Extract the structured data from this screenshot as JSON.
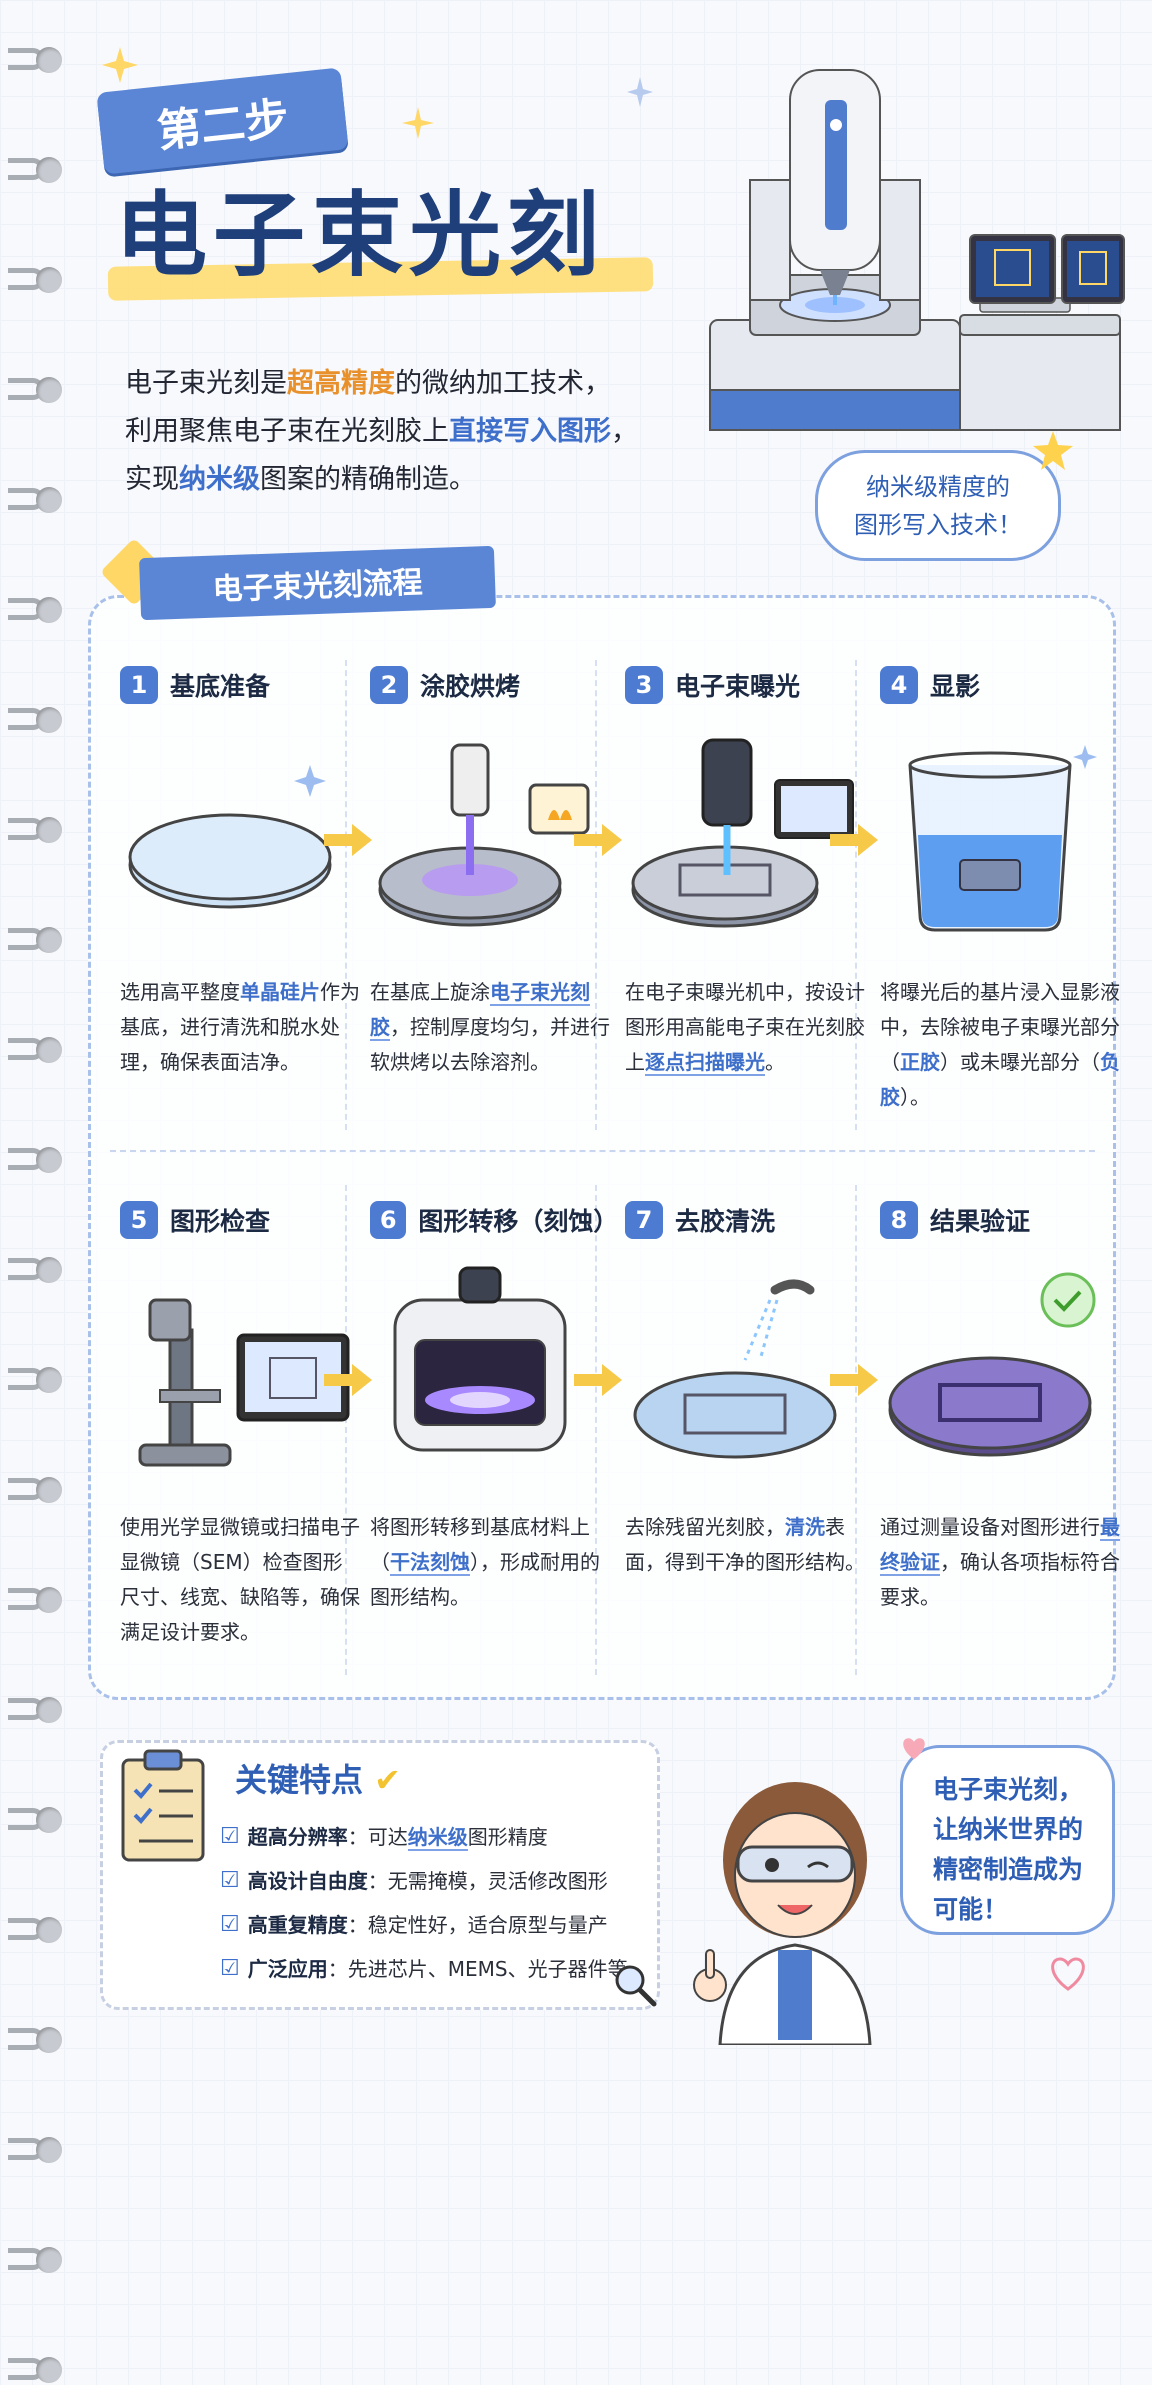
{
  "header": {
    "step_label": "第二步",
    "title": "电子束光刻"
  },
  "intro": {
    "line1_a": "电子束光刻是",
    "line1_hl": "超高精度",
    "line1_b": "的微纳加工技术，",
    "line2_a": "利用聚焦电子束在光刻胶上",
    "line2_hl": "直接写入图形",
    "line2_b": "，",
    "line3_a": "实现",
    "line3_hl": "纳米级",
    "line3_b": "图案的精确制造。"
  },
  "bubble_top": {
    "line1": "纳米级精度的",
    "line2": "图形写入技术！"
  },
  "flow": {
    "section_title": "电子束光刻流程",
    "steps": [
      {
        "num": "1",
        "title": "基底准备",
        "desc": [
          [
            "选用高平整度",
            ""
          ],
          [
            "单晶硅片",
            "b"
          ],
          [
            "作为基底，进行清洗和脱水处理，确保表面洁净。",
            ""
          ]
        ]
      },
      {
        "num": "2",
        "title": "涂胶烘烤",
        "desc": [
          [
            "在基底上旋涂",
            ""
          ],
          [
            "电子束光刻胶",
            "bu"
          ],
          [
            "，控制厚度均匀，并进行软烘烤以去除溶剂。",
            ""
          ]
        ]
      },
      {
        "num": "3",
        "title": "电子束曝光",
        "desc": [
          [
            "在电子束曝光机中，按设计图形用高能电子束在光刻胶上",
            ""
          ],
          [
            "逐点扫描曝光",
            "bu"
          ],
          [
            "。",
            ""
          ]
        ]
      },
      {
        "num": "4",
        "title": "显影",
        "desc": [
          [
            "将曝光后的基片浸入显影液中，去除被电子束曝光部分（",
            ""
          ],
          [
            "正胶",
            "b"
          ],
          [
            "）或未曝光部分（",
            ""
          ],
          [
            "负胶",
            "b"
          ],
          [
            "）。",
            ""
          ]
        ]
      },
      {
        "num": "5",
        "title": "图形检查",
        "desc": [
          [
            "使用光学显微镜或扫描电子显微镜（SEM）检查图形尺寸、线宽、缺陷等，确保满足设计要求。",
            ""
          ]
        ]
      },
      {
        "num": "6",
        "title": "图形转移（刻蚀）",
        "desc": [
          [
            "将图形转移到基底材料上（",
            ""
          ],
          [
            "干法刻蚀",
            "bu"
          ],
          [
            "），形成耐用的图形结构。",
            ""
          ]
        ]
      },
      {
        "num": "7",
        "title": "去胶清洗",
        "desc": [
          [
            "去除残留光刻胶，",
            ""
          ],
          [
            "清洗",
            "b"
          ],
          [
            "表面，得到干净的图形结构。",
            ""
          ]
        ]
      },
      {
        "num": "8",
        "title": "结果验证",
        "desc": [
          [
            "通过测量设备对图形进行",
            ""
          ],
          [
            "最终验证",
            "bu"
          ],
          [
            "，确认各项指标符合要求。",
            ""
          ]
        ]
      }
    ]
  },
  "features": {
    "title": "关键特点",
    "items": [
      {
        "key": "超高分辨率",
        "text_a": "：可达",
        "hl": "纳米级",
        "text_b": "图形精度"
      },
      {
        "key": "高设计自由度",
        "text_a": "：无需掩模，灵活修改图形",
        "hl": "",
        "text_b": ""
      },
      {
        "key": "高重复精度",
        "text_a": "：稳定性好，适合原型与量产",
        "hl": "",
        "text_b": ""
      },
      {
        "key": "广泛应用",
        "text_a": "：先进芯片、MEMS、光子器件等",
        "hl": "",
        "text_b": ""
      }
    ]
  },
  "bubble_bottom": {
    "line1": "电子束光刻，",
    "line2": "让纳米世界的",
    "line3": "精密制造成为",
    "line4": "可能！"
  },
  "colors": {
    "primary_blue": "#4c7bd1",
    "title_navy": "#1f3f7a",
    "accent_orange": "#e8912c",
    "highlight_yellow": "#ffdc6b",
    "arrow_yellow": "#f7c948"
  }
}
